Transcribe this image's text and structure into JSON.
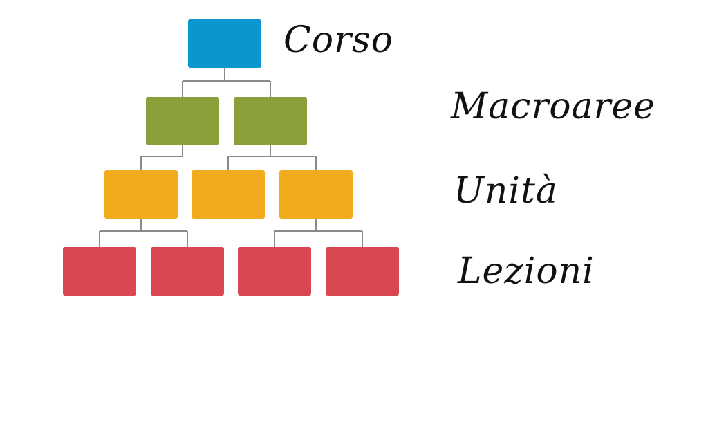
{
  "labels": {
    "course": "Corso",
    "macroareas": "Macroaree",
    "units": "Unità",
    "lessons": "Lezioni"
  },
  "colors": {
    "course": "#0b96d0",
    "macroareas": "#8b9f3b",
    "units": "#f0ac1d",
    "lessons": "#d94752",
    "connector": "#8a8a8a"
  },
  "hierarchy": {
    "course": {
      "count": 1
    },
    "macroareas": {
      "count": 2
    },
    "units": {
      "count": 3
    },
    "lessons": {
      "count": 4
    }
  }
}
